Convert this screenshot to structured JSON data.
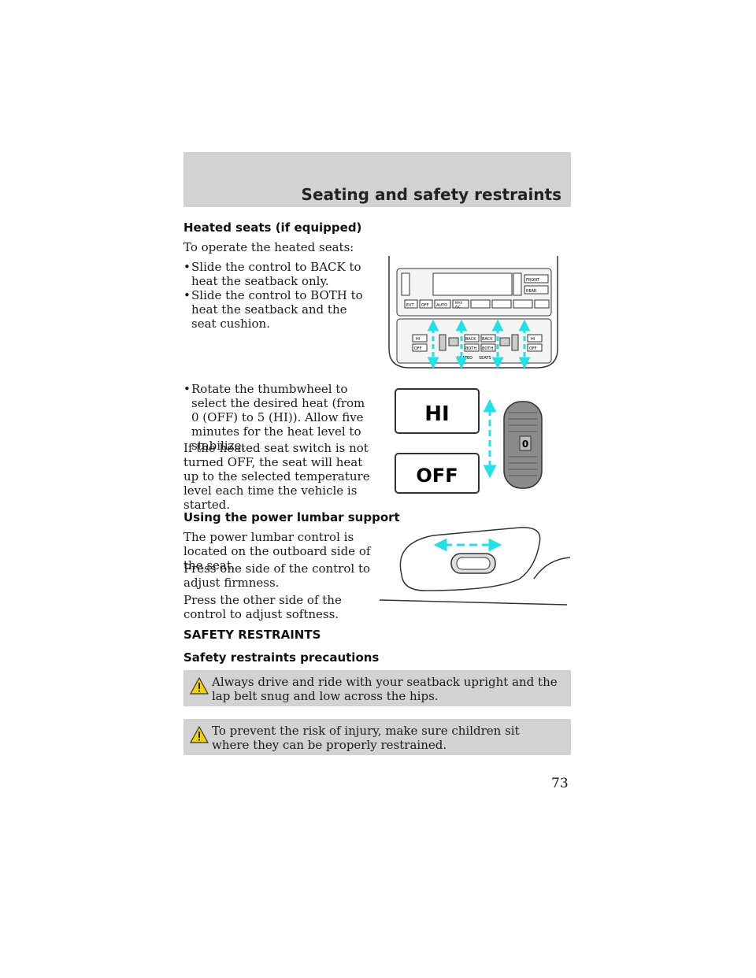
{
  "header": {
    "title": "Seating and safety restraints"
  },
  "heated_seats": {
    "heading": "Heated seats (if equipped)",
    "intro": "To operate the heated seats:",
    "bullets": [
      "Slide the control to BACK to heat the seatback only.",
      "Slide the control to BOTH to heat the seatback and the seat cushion.",
      "Rotate the thumbwheel to select the desired heat (from 0 (OFF) to 5 (HI)). Allow five minutes for the heat level to stabilize."
    ],
    "note": "If the heated seat switch is not turned OFF, the seat will heat up to the selected temperature level each time the vehicle is started.",
    "bullet_char": "•"
  },
  "climate_panel": {
    "buttons": [
      "EXT",
      "OFF",
      "AUTO",
      "MAX",
      "A/C",
      "FRONT",
      "REAR"
    ],
    "seat_labels": {
      "hi_left": "HI",
      "off_left": "OFF",
      "back1": "BACK",
      "back2": "BACK",
      "both1": "BOTH",
      "both2": "BOTH",
      "hi_right": "HI",
      "off_right": "OFF",
      "heated": "HEATED",
      "seats": "SEATS"
    }
  },
  "thumbwheel": {
    "hi_label": "HI",
    "off_label": "OFF",
    "wheel_value": "0"
  },
  "lumbar": {
    "heading": "Using the power lumbar support",
    "p1": "The power lumbar control is located on the outboard side of the seat.",
    "p2": "Press one side of the control to adjust firmness.",
    "p3": "Press the other side of the control to adjust softness."
  },
  "safety": {
    "heading": "SAFETY RESTRAINTS",
    "subheading": "Safety restraints precautions",
    "warnings": [
      "Always drive and ride with your seatback upright and the lap belt snug and low across the hips.",
      "To prevent the risk of injury, make sure children sit where they can be properly restrained."
    ]
  },
  "page_number": "73",
  "colors": {
    "band": "#d2d2d2",
    "arrow": "#22e0e8"
  }
}
